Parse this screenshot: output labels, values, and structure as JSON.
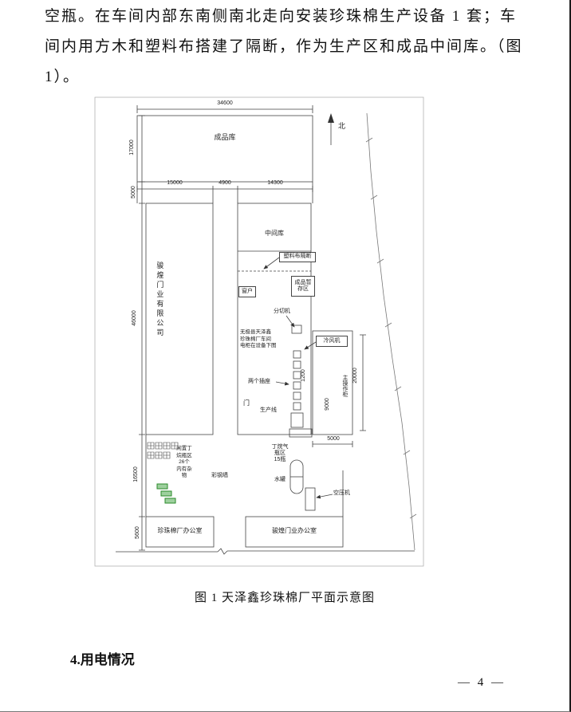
{
  "page": {
    "paragraph_lines": [
      "空瓶。在车间内部东南侧南北走向安装珍珠棉生产设备 1 套；车",
      "间内用方木和塑料布搭建了隔断，作为生产区和成品中间库。（图",
      "1）。"
    ],
    "figure_caption": "图 1    天泽鑫珍珠棉厂平面示意图",
    "section_heading": "4.用电情况",
    "page_number": "— 4 —"
  },
  "diagram": {
    "north_label": "北",
    "dims": {
      "top_total": "34600",
      "left_top": "17000",
      "left_band": "5000",
      "left_main": "46000",
      "left_yard": "16500",
      "left_office": "5600",
      "band_left": "15000",
      "band_mid": "4900",
      "band_right": "14300",
      "prod_1200": "1200",
      "panel_9000": "9000",
      "right_20000": "20000",
      "panel_5000": "5000"
    },
    "labels": {
      "finished_goods_warehouse": "成品库",
      "middle_warehouse": "中间库",
      "plastic_partition": "塑料布隔断",
      "finished_temp_storage": "成品暂\n存区",
      "window": "窗户",
      "cutting_machine": "分切机",
      "factory_note": "无极县天泽鑫\n珍珠棉厂车间\n电柜在设备下图",
      "cold_air_machine": "冷风机",
      "two_sockets": "两个插座",
      "main_control_cabinet": "主操作柜",
      "door": "门",
      "production_line": "生产线",
      "door_company": "骏煌门业有限公司",
      "idle_butane_zone": "闲置丁\n烷瓶区\n26个\n内有杂\n物",
      "color_steel_wall": "彩钢墙",
      "butane_zone": "丁烷气\n瓶区\n15瓶",
      "water_tank": "水罐",
      "air_compressor": "空压机",
      "pearl_cotton_office": "珍珠棉厂办公室",
      "door_company_office": "骏煌门业办公室"
    }
  }
}
